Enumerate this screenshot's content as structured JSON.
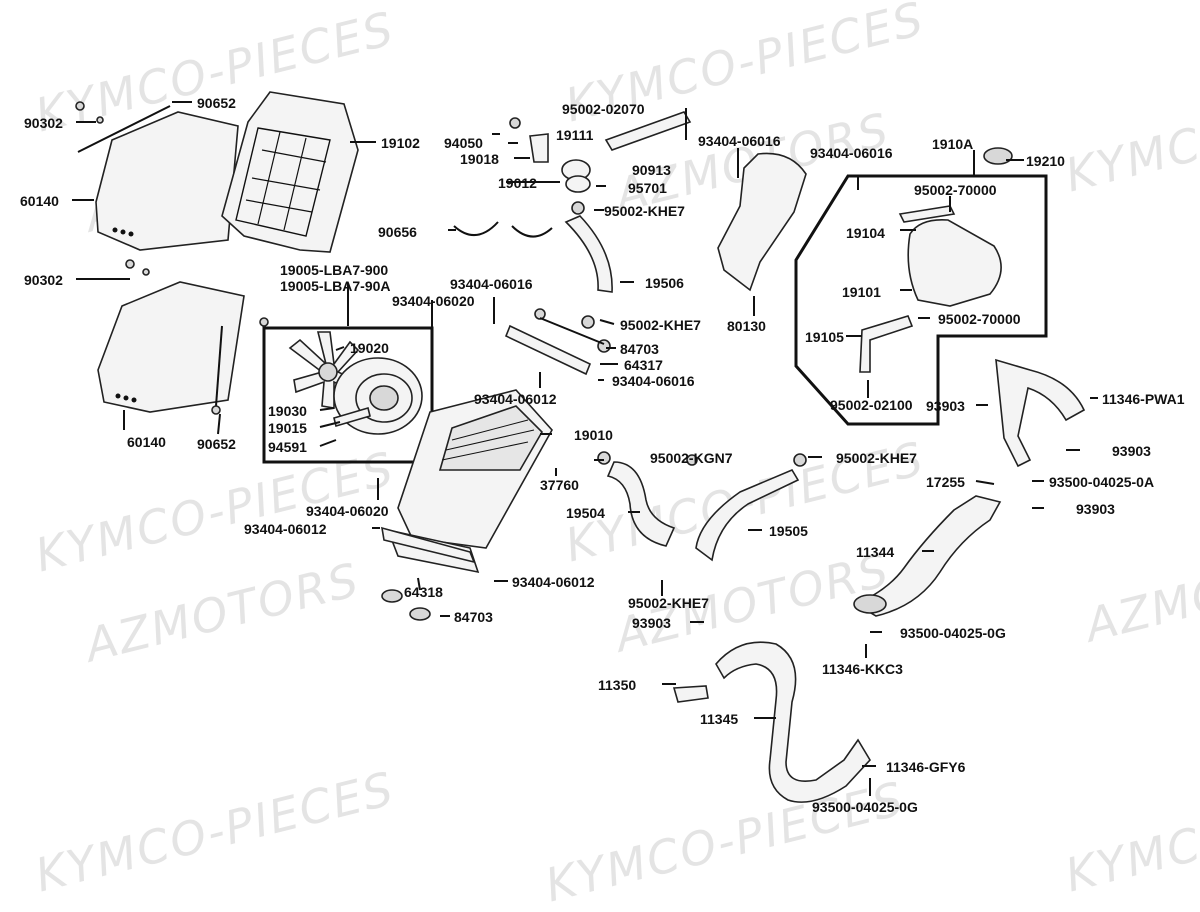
{
  "watermarks": [
    "KYMCO-PIECES",
    "AZMOTORS"
  ],
  "labels": {
    "l90652a": "90652",
    "l90302a": "90302",
    "l19102": "19102",
    "l60140a": "60140",
    "l90302b": "90302",
    "l94050": "94050",
    "l19111": "19111",
    "l19018": "19018",
    "l19012": "19012",
    "l95701": "95701",
    "l95002_02070": "95002-02070",
    "l90913": "90913",
    "l95002_khe7_a": "95002-KHE7",
    "l90656": "90656",
    "l19005a": "19005-LBA7-900",
    "l19005b": "19005-LBA7-90A",
    "l93404_06016_a": "93404-06016",
    "l93404_06020_a": "93404-06020",
    "l19506": "19506",
    "l95002_khe7_b": "95002-KHE7",
    "l84703_a": "84703",
    "l64317": "64317",
    "l93404_06016_b": "93404-06016",
    "l93404_06012_a": "93404-06012",
    "l93404_06016_c": "93404-06016",
    "l80130": "80130",
    "l93404_06016_d": "93404-06016",
    "l1910A": "1910A",
    "l19210": "19210",
    "l95002_70000_a": "95002-70000",
    "l19104": "19104",
    "l19101": "19101",
    "l95002_70000_b": "95002-70000",
    "l19105": "19105",
    "l95002_02100": "95002-02100",
    "l19020": "19020",
    "l19030": "19030",
    "l19015": "19015",
    "l94591": "94591",
    "l60140b": "60140",
    "l90652b": "90652",
    "l19010": "19010",
    "l37760": "37760",
    "l95002_kgn7": "95002-KGN7",
    "l95002_khe7_c": "95002-KHE7",
    "l93903_a": "93903",
    "l11346_pwa1": "11346-PWA1",
    "l93903_b": "93903",
    "l17255": "17255",
    "l93500_0A": "93500-04025-0A",
    "l93903_c": "93903",
    "l93404_06020_b": "93404-06020",
    "l93404_06012_b": "93404-06012",
    "l19504": "19504",
    "l19505": "19505",
    "l11344": "11344",
    "l64318": "64318",
    "l93404_06012_c": "93404-06012",
    "l84703_b": "84703",
    "l95002_khe7_d": "95002-KHE7",
    "l93903_d": "93903",
    "l93500_0G_a": "93500-04025-0G",
    "l11346_kkc3": "11346-KKC3",
    "l11350": "11350",
    "l11345": "11345",
    "l11346_gfy6": "11346-GFY6",
    "l93500_0G_b": "93500-04025-0G"
  }
}
